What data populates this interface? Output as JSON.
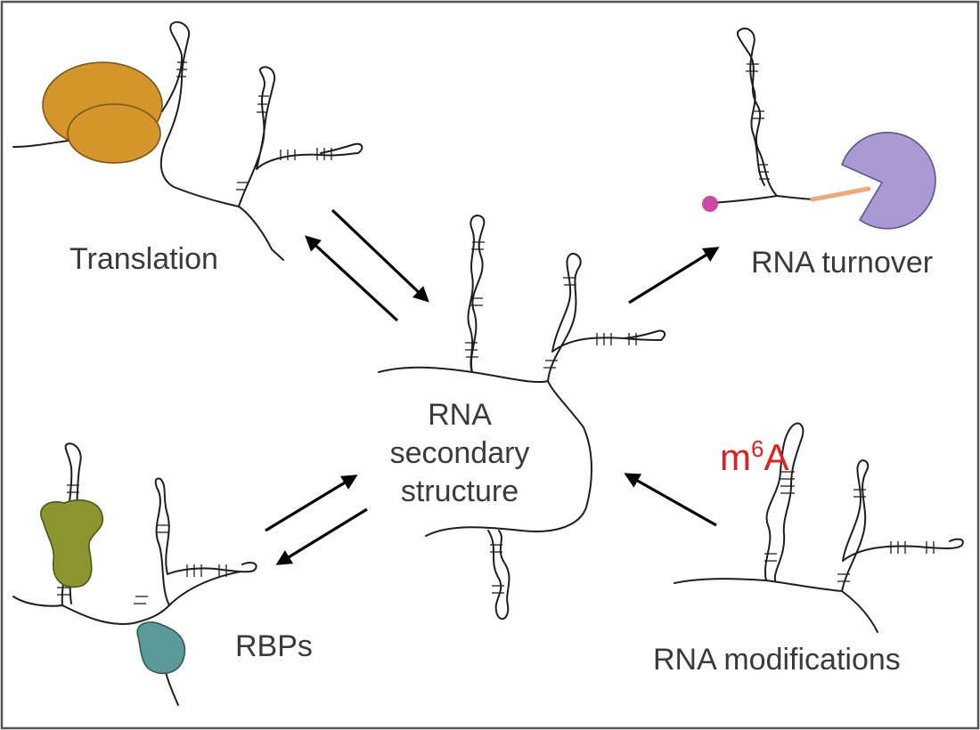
{
  "labels": {
    "translation": "Translation",
    "rna_turnover": "RNA turnover",
    "center_line1": "RNA",
    "center_line2": "secondary",
    "center_line3": "structure",
    "rbps": "RBPs",
    "rna_modifications": "RNA modifications",
    "m6a_base": "m",
    "m6a_sup": "6",
    "m6a_end": "A"
  },
  "colors": {
    "ribosome": "#d4962a",
    "ribosome_stroke": "#7a5418",
    "exonuclease": "#a99ad3",
    "exonuclease_stroke": "#5f5490",
    "exonuclease_link": "#f0a878",
    "cap": "#cc4aa6",
    "rbp_green": "#8c9630",
    "rbp_green_stroke": "#4f5518",
    "rbp_teal": "#5a9a98",
    "rbp_teal_stroke": "#2f5a58",
    "m6a": "#e0201f",
    "frame": "#555555",
    "text": "#3a3a3a"
  }
}
